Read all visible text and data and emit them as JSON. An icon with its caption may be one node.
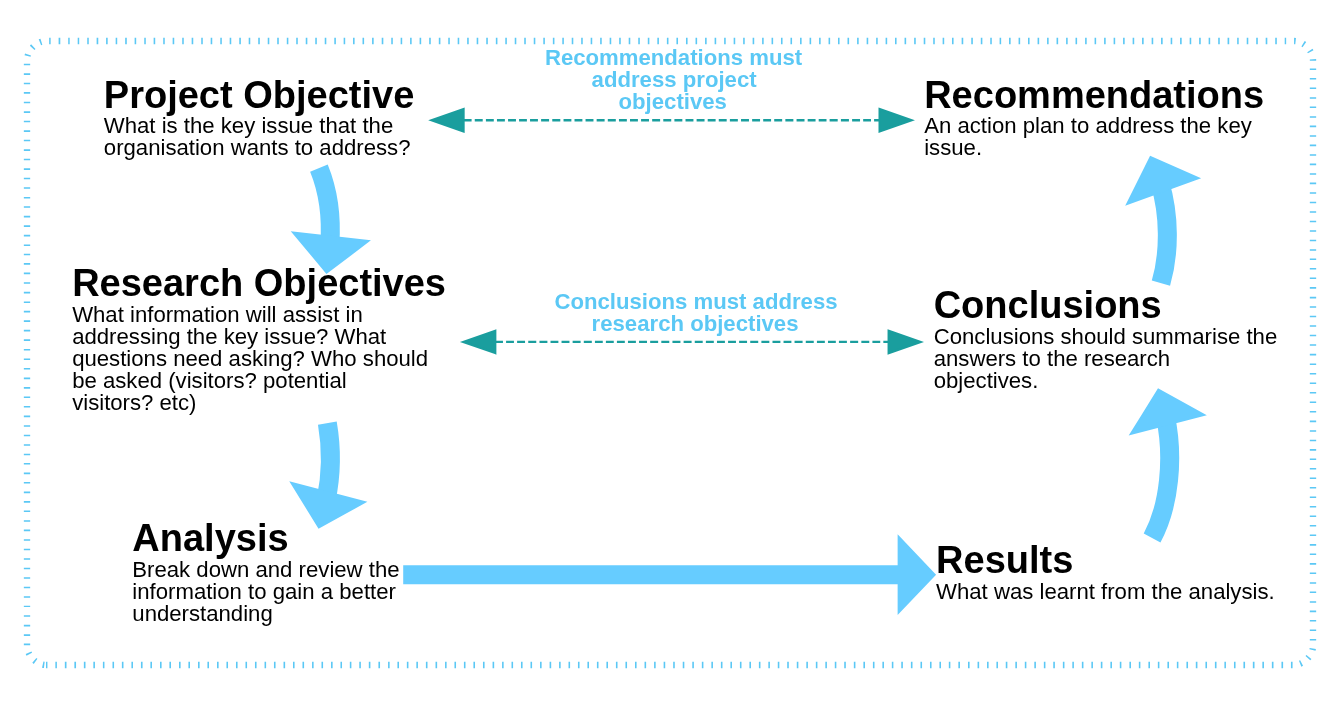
{
  "diagram": {
    "nodes": [
      {
        "text": [],
        "shape": "box"
      },
      {
        "text": [
          "Project Objective",
          "What is the key issue that the organisation wants to address?"
        ],
        "in": 0
      },
      {
        "text": [
          "Research Objectives",
          "What information will assist in addressing the key issue? What questions need asking? Who should be asked (visitors? potential visitors? etc)"
        ],
        "in": 0
      },
      {
        "text": [
          "Analysis",
          "Break down and review the information to gain a better understanding"
        ],
        "in": 0
      },
      {
        "text": [
          "Results",
          "What was learnt from the analysis."
        ],
        "in": 0
      },
      {
        "text": [
          "Conclusions",
          "Conclusions should summarise the answers to the research objectives."
        ],
        "in": 0
      },
      {
        "text": [
          "Recommendations",
          "An action plan to address the key issue."
        ],
        "in": 0
      }
    ],
    "edges": [
      {
        "from": 1,
        "to": 2,
        "arrow": "to"
      },
      {
        "from": 2,
        "to": 3,
        "arrow": "to"
      },
      {
        "from": 3,
        "to": 4,
        "arrow": "to"
      },
      {
        "from": 4,
        "to": 5,
        "arrow": "to"
      },
      {
        "from": 5,
        "to": 6,
        "arrow": "to"
      },
      {
        "from": 1,
        "to": 6,
        "arrow": "both",
        "style": "dashed",
        "color": "#1a9e9e",
        "label": "Recommendations must address project objectives"
      },
      {
        "from": 2,
        "to": 5,
        "arrow": "both",
        "style": "dashed",
        "color": "#1a9e9e",
        "label": "Conclusions must address research objectives"
      }
    ]
  }
}
